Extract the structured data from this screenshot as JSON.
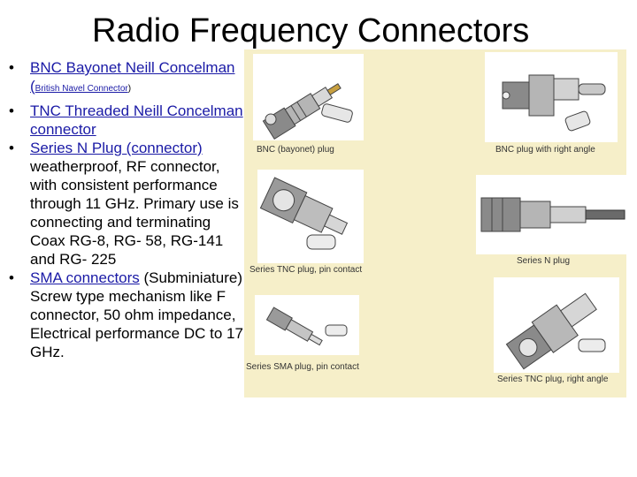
{
  "title": "Radio Frequency Connectors",
  "bullets": {
    "bnc": {
      "link": "BNC Bayonet Neill Concelman (",
      "small": "British Navel Connector",
      "close": ")"
    },
    "tnc": {
      "link": "TNC Threaded Neill Concelman connector"
    },
    "n": {
      "link": "Series N Plug (connector)",
      "text": " weatherproof, RF connector, with consistent performance through 11 GHz.  Primary use is connecting and terminating Coax RG-8, RG- 58, RG-141 and RG- 225"
    },
    "sma": {
      "link": "SMA connectors",
      "text": " (Subminiature) Screw type mechanism like F connector, 50 ohm impedance, Electrical performance DC to 17 GHz."
    }
  },
  "figure": {
    "captions": {
      "bnc_plug": "BNC (bayonet) plug",
      "bnc_right": "BNC plug with right angle",
      "tnc_pin": "Series TNC plug, pin contact",
      "n_plug": "Series N plug",
      "sma_pin": "Series SMA plug, pin contact",
      "tnc_right": "Series TNC plug, right angle"
    }
  },
  "colors": {
    "panel": "#f6efc9",
    "link": "#1a1aa6",
    "metal": "#9a9a9a",
    "metal_dark": "#555555"
  }
}
